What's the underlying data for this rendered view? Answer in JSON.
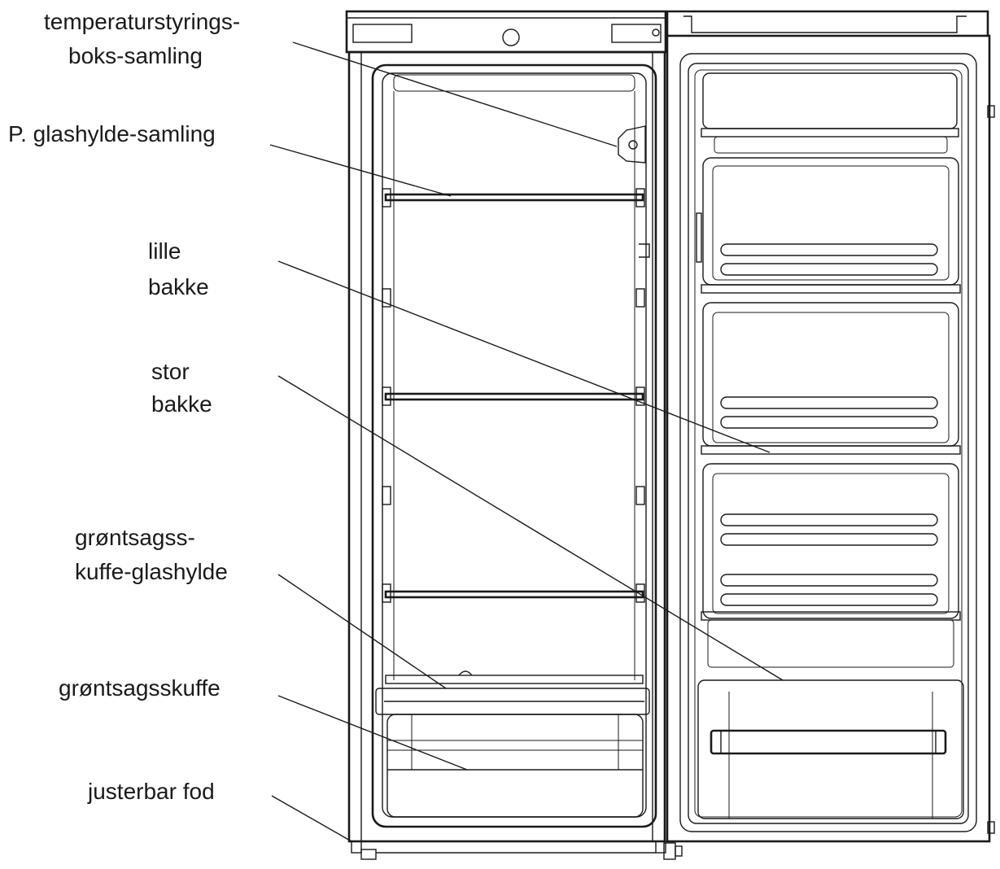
{
  "labels": {
    "temperature_box_line1": "temperaturstyrings-",
    "temperature_box_line2": "boks-samling",
    "glass_shelf": "P. glashylde-samling",
    "small_tray_line1": "lille",
    "small_tray_line2": "bakke",
    "large_tray_line1": "stor",
    "large_tray_line2": "bakke",
    "crisper_glass_line1": "grøntsagss-",
    "crisper_glass_line2": "kuffe-glashylde",
    "crisper_drawer": "grøntsagsskuffe",
    "adjustable_foot": "justerbar fod"
  }
}
